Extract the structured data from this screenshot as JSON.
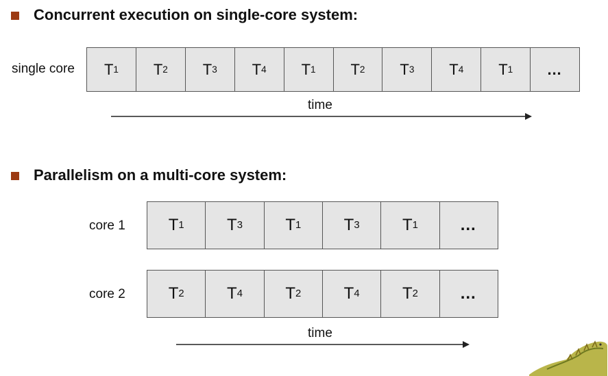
{
  "section1": {
    "heading": "Concurrent execution on single-core system:",
    "row_label": "single core",
    "cells": [
      {
        "t": "T",
        "sub": "1"
      },
      {
        "t": "T",
        "sub": "2"
      },
      {
        "t": "T",
        "sub": "3"
      },
      {
        "t": "T",
        "sub": "4"
      },
      {
        "t": "T",
        "sub": "1"
      },
      {
        "t": "T",
        "sub": "2"
      },
      {
        "t": "T",
        "sub": "3"
      },
      {
        "t": "T",
        "sub": "4"
      },
      {
        "t": "T",
        "sub": "1"
      },
      {
        "t": "…",
        "sub": ""
      }
    ],
    "time_label": "time"
  },
  "section2": {
    "heading": "Parallelism on a multi-core system:",
    "core1": {
      "label": "core 1",
      "cells": [
        {
          "t": "T",
          "sub": "1"
        },
        {
          "t": "T",
          "sub": "3"
        },
        {
          "t": "T",
          "sub": "1"
        },
        {
          "t": "T",
          "sub": "3"
        },
        {
          "t": "T",
          "sub": "1"
        },
        {
          "t": "…",
          "sub": ""
        }
      ]
    },
    "core2": {
      "label": "core 2",
      "cells": [
        {
          "t": "T",
          "sub": "2"
        },
        {
          "t": "T",
          "sub": "4"
        },
        {
          "t": "T",
          "sub": "2"
        },
        {
          "t": "T",
          "sub": "4"
        },
        {
          "t": "T",
          "sub": "2"
        },
        {
          "t": "…",
          "sub": ""
        }
      ]
    },
    "time_label": "time"
  },
  "colors": {
    "bullet": "#9c3a12",
    "cell_fill": "#e5e5e5",
    "border": "#555555"
  },
  "icons": {
    "logo": "dinosaur-logo"
  }
}
